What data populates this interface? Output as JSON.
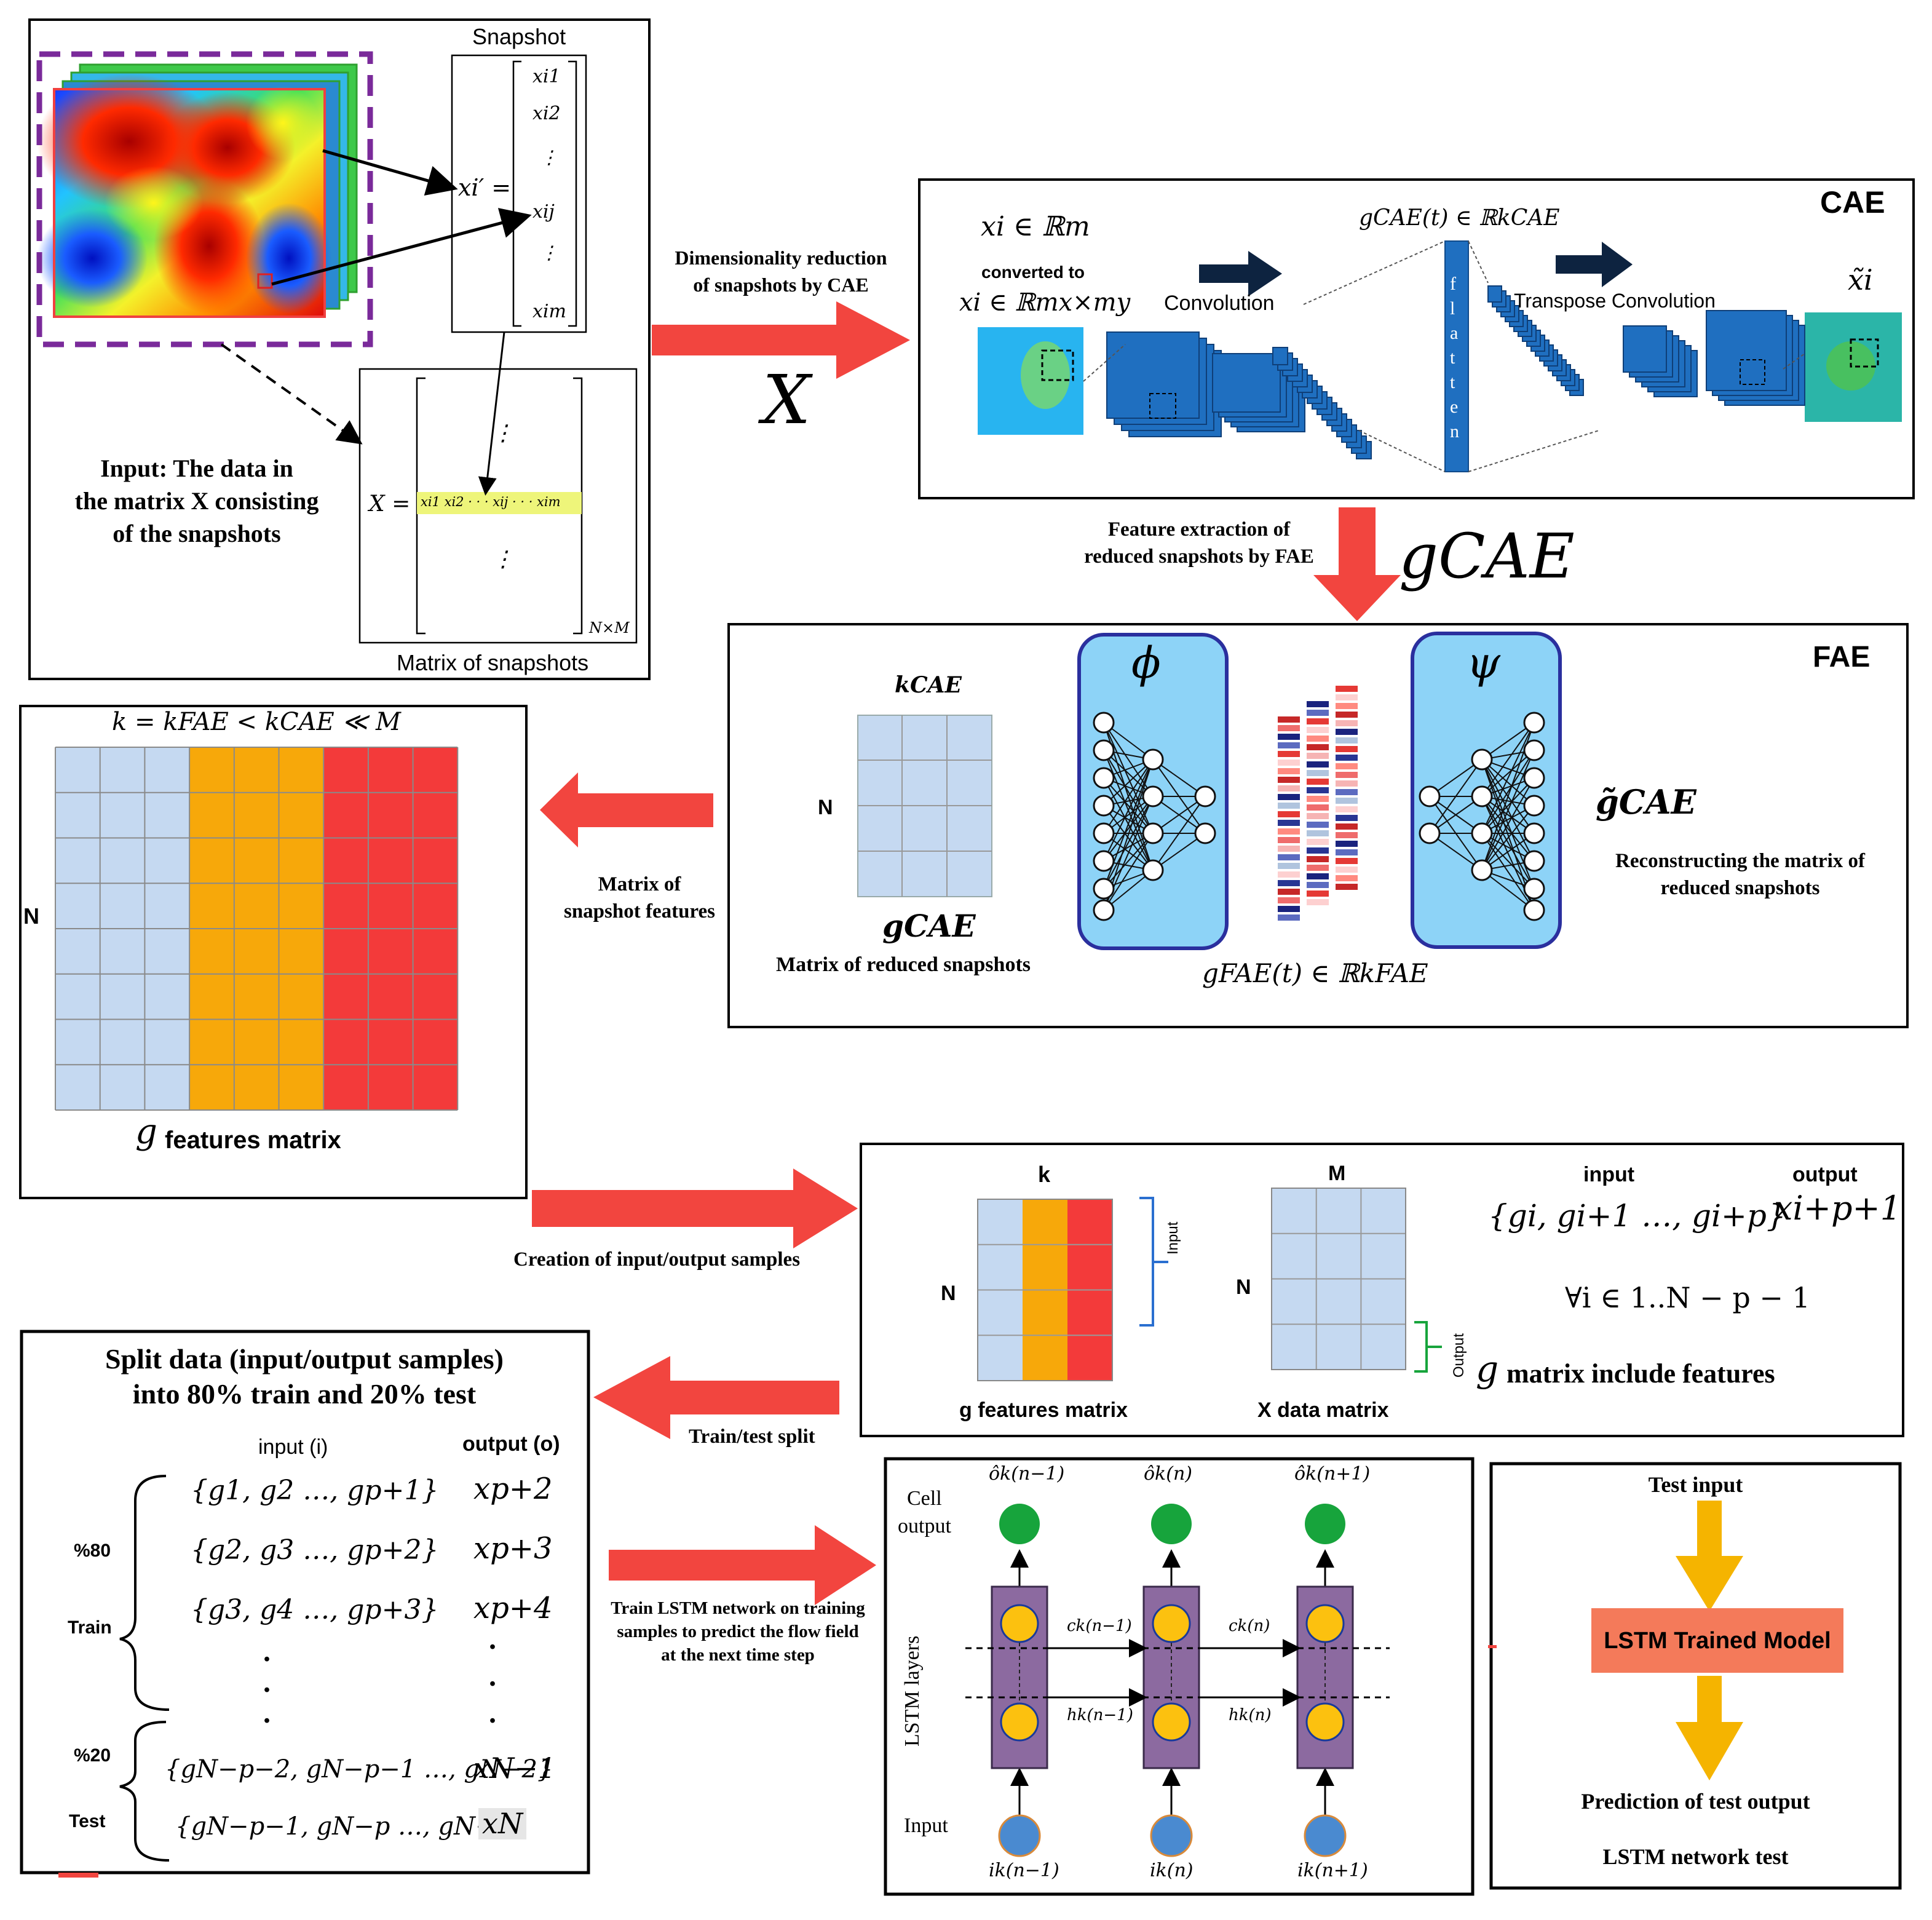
{
  "colors": {
    "arrow_red": "#f2453f",
    "cell_blue": "#c5d9f1",
    "feature_orange": "#f7a80a",
    "feature_red": "#f33a3a",
    "cae_blue": "#1f6fc0",
    "fae_box": "#8dd3f7",
    "fae_border": "#2a2f9e",
    "lstm_purple": "#8c6aa0",
    "node_yellow": "#fcc10f",
    "node_green": "#17a43c",
    "node_input": "#4a8ad0",
    "trained_model": "#f47a5a",
    "test_arrow": "#f5b400",
    "snapshot_frame": "#7a2a9a",
    "highlight_yellow": "#eef57a"
  },
  "panel_input": {
    "snapshot_label": "Snapshot",
    "xi_prime": "xi′ =",
    "vector": [
      "xi1",
      "xi2",
      "⋮",
      "xij",
      "⋮",
      "xim"
    ],
    "x_eq": "X =",
    "row": "xi1  xi2 · · · xij · · · xim",
    "dots": "⋮",
    "nxm": "N×M",
    "matrix_caption": "Matrix of snapshots",
    "description": [
      "Input: The data in",
      "the matrix X consisting",
      "of the snapshots"
    ]
  },
  "step1": {
    "label": [
      "Dimensionality reduction",
      "of snapshots by CAE"
    ],
    "X": "X"
  },
  "cae": {
    "title": "CAE",
    "xi_in": "xi ∈ ℝm",
    "converted": "converted to",
    "xi_mxmy": "xi ∈ ℝmx×my",
    "convolution": "Convolution",
    "g_cae_t": "gCAE(t) ∈ ℝkCAE",
    "transpose": "Transpose Convolution",
    "xi_tilde": "x̃i",
    "flatten": [
      "f",
      "l",
      "a",
      "t",
      "t",
      "e",
      "n"
    ]
  },
  "step2": {
    "label": [
      "Feature extraction of",
      "reduced snapshots by FAE"
    ],
    "g_cae": "gCAE"
  },
  "fae": {
    "title": "FAE",
    "k_cae": "kCAE",
    "n": "N",
    "g_cae": "gCAE",
    "matrix_caption": "Matrix of reduced snapshots",
    "phi": "ϕ",
    "psi": "ψ",
    "g_fae_t": "gFAE(t) ∈ ℝkFAE",
    "g_tilde": "g̃CAE",
    "reconstruct": [
      "Reconstructing the matrix of",
      "reduced  snapshots"
    ]
  },
  "features_matrix": {
    "formula": "k = kFAE < kCAE ≪ M",
    "n": "N",
    "caption_g": "g",
    "caption": "features matrix"
  },
  "step3": {
    "label": [
      "Matrix of",
      "snapshot  features"
    ]
  },
  "step4": {
    "label": "Creation of input/output samples"
  },
  "samples_panel": {
    "k": "k",
    "n1": "N",
    "input_vertical": "Input",
    "g_caption": "g features matrix",
    "m": "M",
    "n2": "N",
    "output_vertical": "Output",
    "x_caption": "X data matrix",
    "input_head": "input",
    "output_head": "output",
    "formula_in": "{gi, gi+1 …, gi+p}",
    "formula_out": "xi+p+1",
    "forall": "∀i ∈ 1..N − p − 1",
    "g_note_g": "g",
    "g_note": "matrix include features"
  },
  "step5": {
    "label": "Train/test split"
  },
  "split_panel": {
    "title": [
      "Split data (input/output samples)",
      "into 80% train and 20% test"
    ],
    "input_head": "input (i)",
    "output_head": "output (o)",
    "pct80": "%80",
    "train": "Train",
    "pct20": "%20",
    "test": "Test",
    "rows": [
      {
        "in": "{g1, g2 …, gp+1}",
        "out": "xp+2"
      },
      {
        "in": "{g2, g3 …, gp+2}",
        "out": "xp+3"
      },
      {
        "in": "{g3, g4 …, gp+3}",
        "out": "xp+4"
      },
      {
        "in": "{gN−p−2, gN−p−1 …, gN−2}",
        "out": "xN−1"
      },
      {
        "in": "{gN−p−1, gN−p …, gN−1}",
        "out": "xN"
      }
    ],
    "dot": "."
  },
  "step6": {
    "label": [
      "Train LSTM network on training",
      "samples to predict the flow field",
      "at the next time step"
    ]
  },
  "lstm": {
    "cell_output": [
      "Cell",
      "output"
    ],
    "layers": "LSTM layers",
    "input": "Input",
    "o_labels": [
      "ôk(n−1)",
      "ôk(n)",
      "ôk(n+1)"
    ],
    "i_labels": [
      "ik(n−1)",
      "ik(n)",
      "ik(n+1)"
    ],
    "c_labels": [
      "ck(n−1)",
      "ck(n)"
    ],
    "h_labels": [
      "hk(n−1)",
      "hk(n)"
    ]
  },
  "test_panel": {
    "test_input": "Test input",
    "model": "LSTM Trained Model",
    "prediction": "Prediction of test output",
    "caption": "LSTM network test"
  }
}
